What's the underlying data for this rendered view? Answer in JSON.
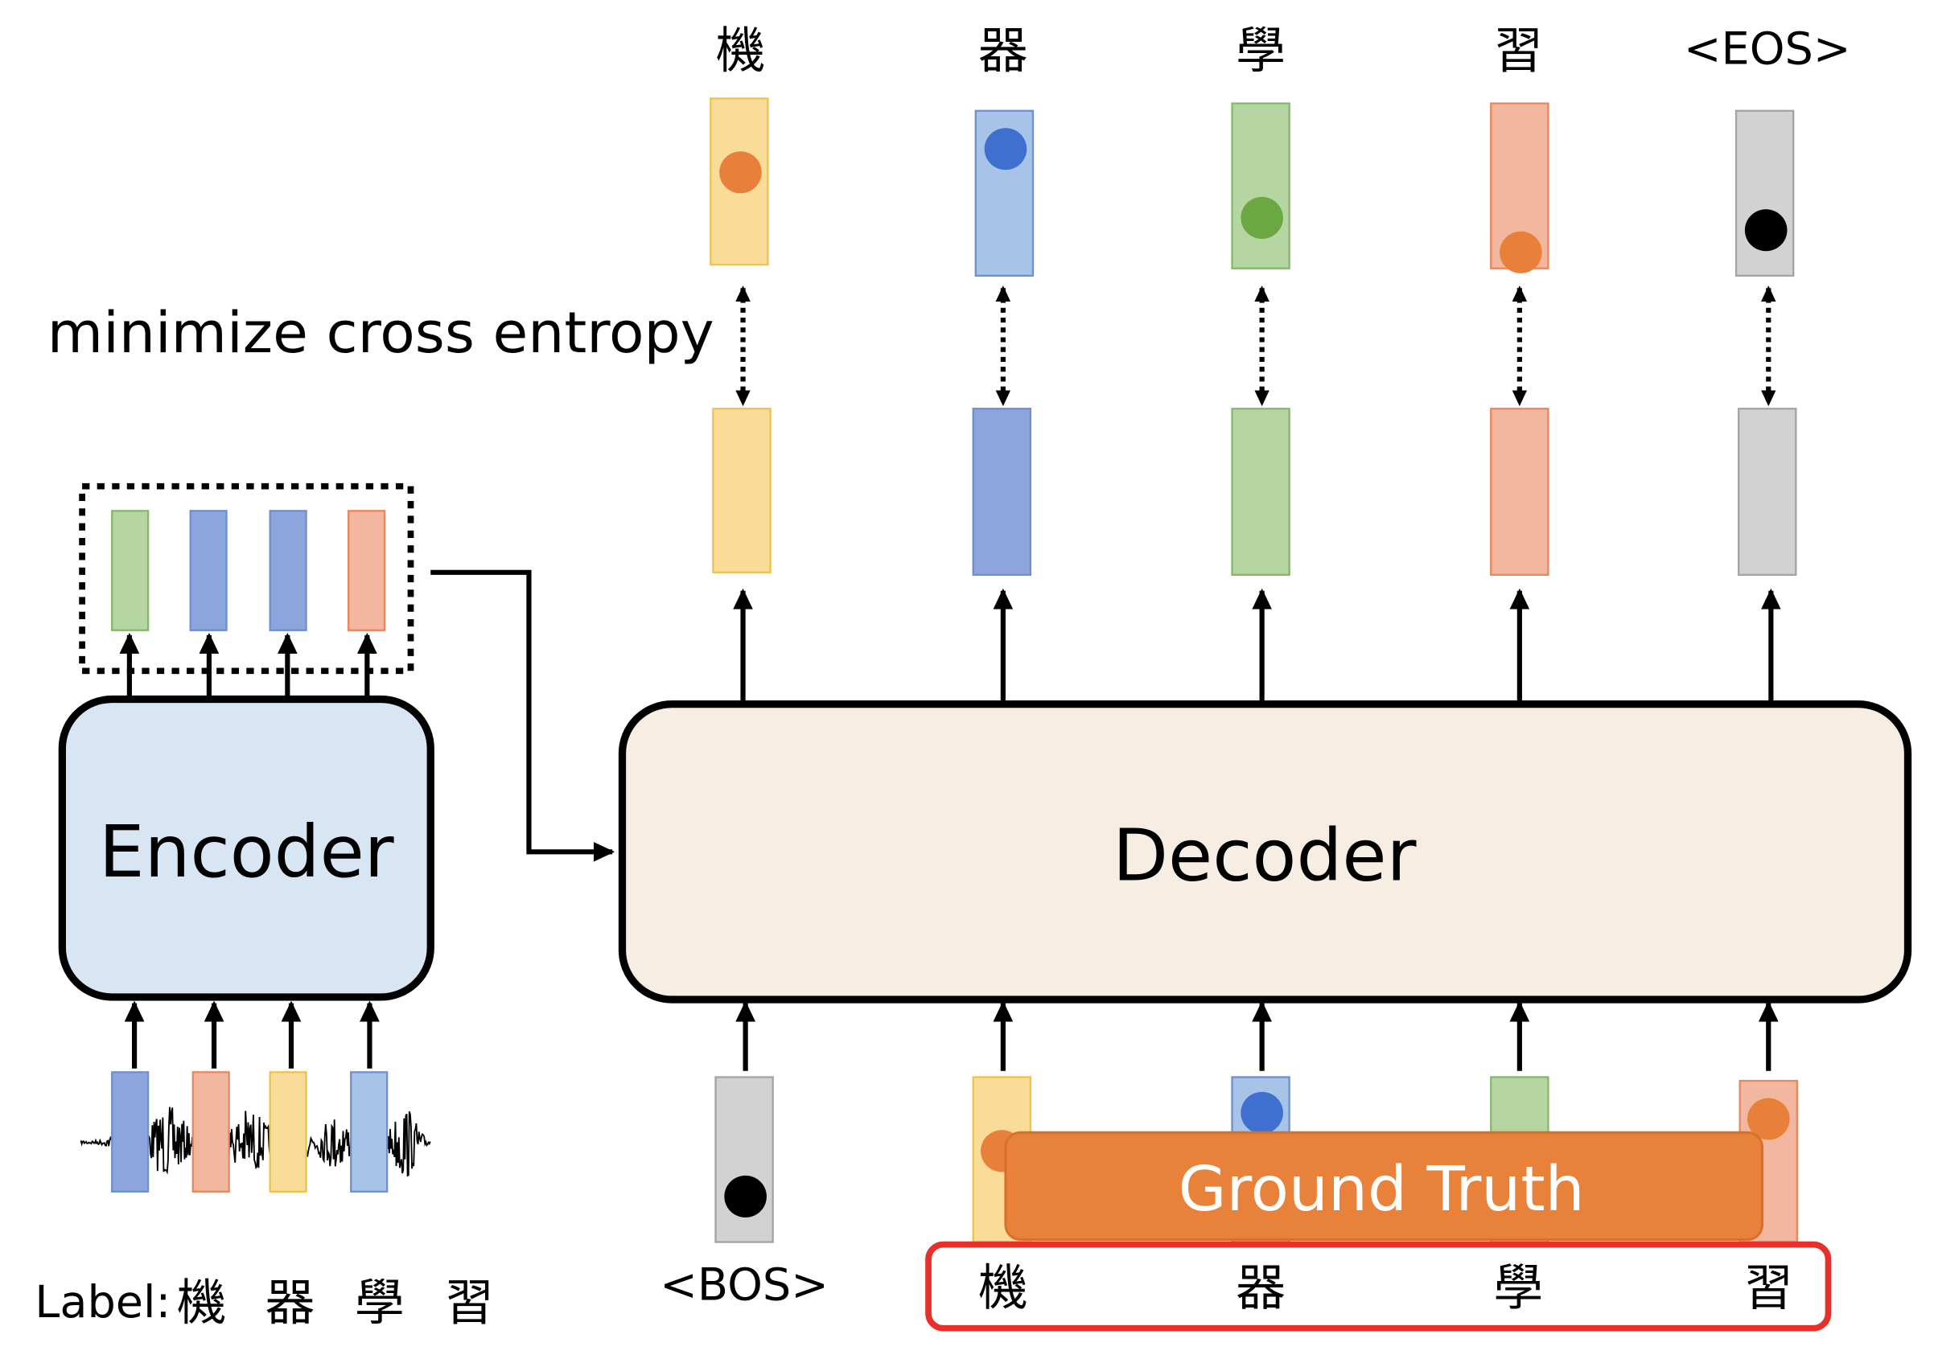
{
  "output_tokens": [
    "機",
    "器",
    "學",
    "習",
    "<EOS>"
  ],
  "loss_label": "minimize cross entropy",
  "encoder": {
    "label": "Encoder"
  },
  "decoder": {
    "label": "Decoder"
  },
  "decoder_input": {
    "bos": "<BOS>"
  },
  "teacher_forcing": {
    "label": "Ground Truth",
    "tokens": [
      "機",
      "器",
      "學",
      "習"
    ]
  },
  "transcript": {
    "prefix": "Label:",
    "tokens": [
      "機",
      "器",
      "學",
      "習"
    ]
  },
  "colors": {
    "yellow_fill": "#f9dc98",
    "yellow_stroke": "#f0c14e",
    "blue_fill": "#a7c3e8",
    "blue_dark_fill": "#8ea4dc",
    "blue_stroke": "#6f8fd0",
    "green_fill": "#b5d5a3",
    "green_stroke": "#86b86b",
    "orange_fill": "#f2b79e",
    "orange_stroke": "#e8875e",
    "gray_fill": "#d2d2d2",
    "gray_stroke": "#a3a3a3",
    "dot_orange": "#e8803a",
    "dot_blue": "#3f6fcf",
    "dot_green": "#6aa842",
    "dot_black": "#000000",
    "encoder_fill": "#d8e6f4",
    "decoder_fill": "#f6eee3",
    "ground_truth_fill": "#e8813a",
    "red_frame": "#e8302a"
  }
}
